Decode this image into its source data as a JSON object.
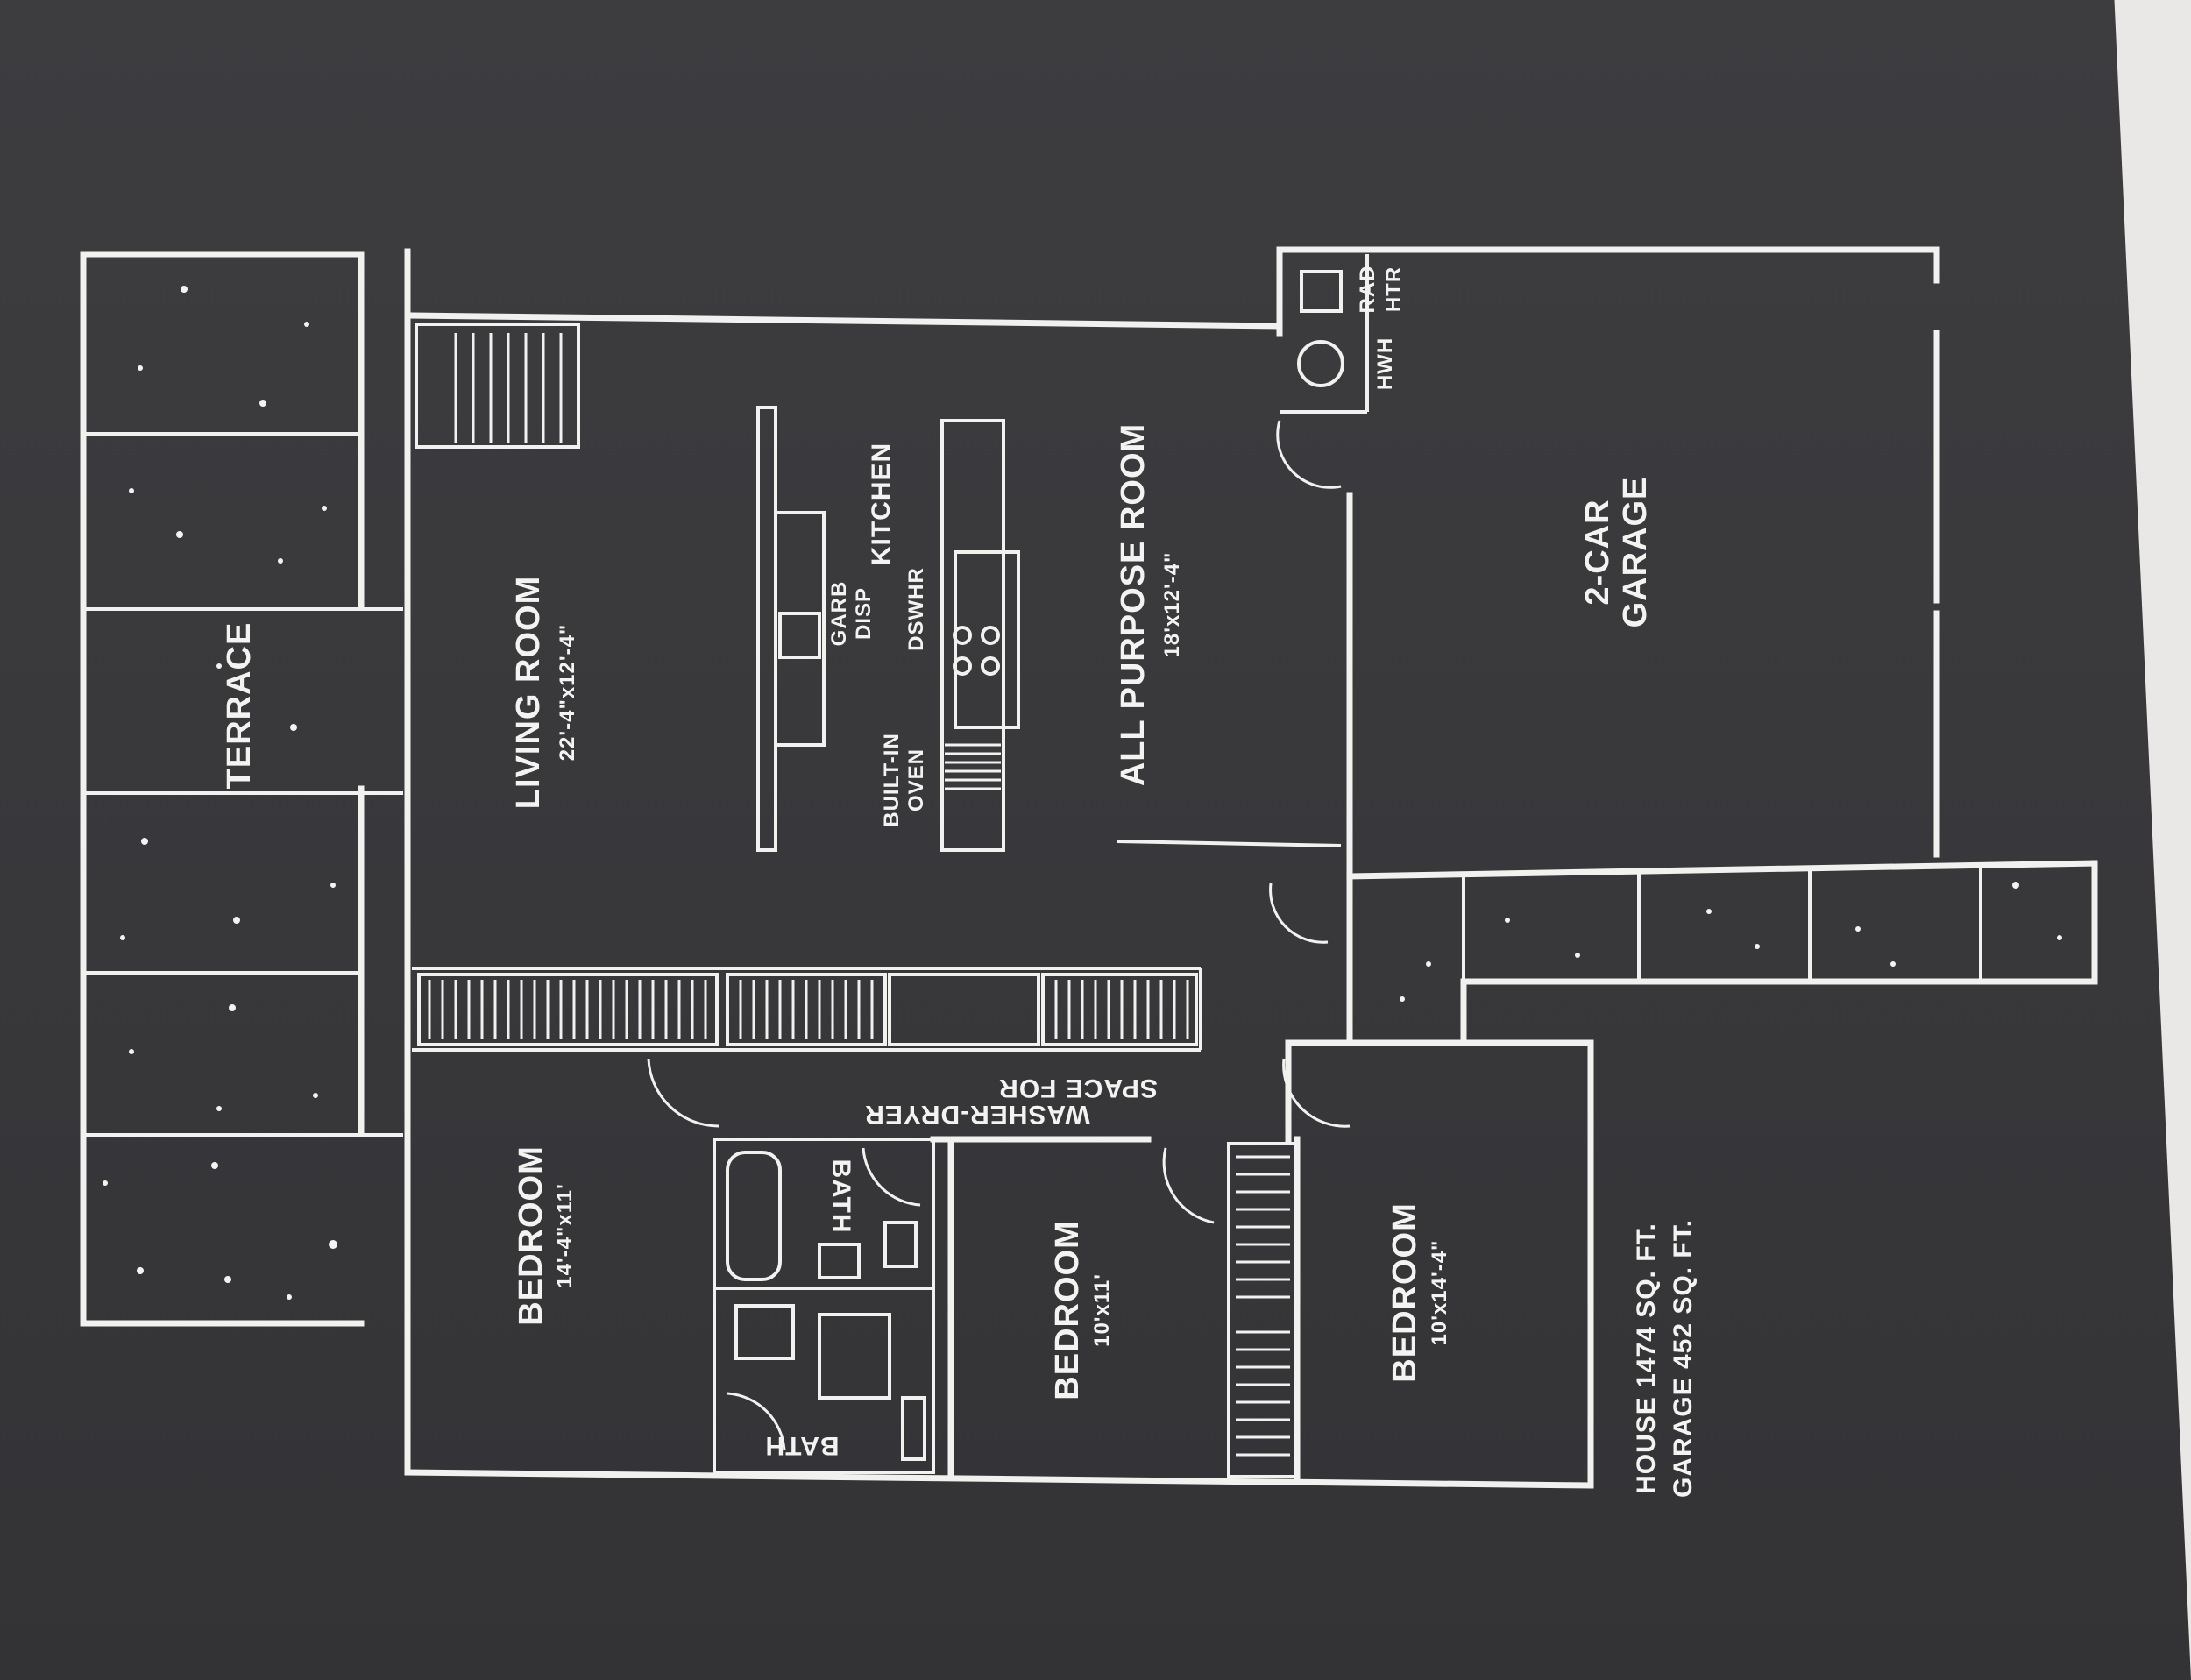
{
  "plan": {
    "terrace": "TERRACE",
    "living_room": {
      "name": "LIVING ROOM",
      "dims": "22'-4\"x12'-4\""
    },
    "kitchen": "KITCHEN",
    "garb_disp": [
      "GARB",
      "DISP"
    ],
    "dswhr": "DSWHR",
    "built_in_oven": [
      "BUILT-IN",
      "OVEN"
    ],
    "all_purpose_room": {
      "name": "ALL PURPOSE ROOM",
      "dims": "18'x12'-4\""
    },
    "garage": [
      "2-CAR",
      "GARAGE"
    ],
    "hwh": "HWH",
    "rad_htr": [
      "RAD",
      "HTR"
    ],
    "washer_dryer": [
      "SPACE FOR",
      "WASHER-DRYER"
    ],
    "bedroom_1": {
      "name": "BEDROOM",
      "dims": "14'-4\"x11'"
    },
    "bedroom_2": {
      "name": "BEDROOM",
      "dims": "10'x11'"
    },
    "bedroom_3": {
      "name": "BEDROOM",
      "dims": "10'x14'-4\""
    },
    "bath_1": "BATH",
    "bath_2": "BATH",
    "area_house": "HOUSE 1474 SQ. FT.",
    "area_garage": "GARAGE 452 SQ. FT."
  },
  "colors": {
    "background": "#38383b",
    "linework": "#f1f1ef"
  }
}
